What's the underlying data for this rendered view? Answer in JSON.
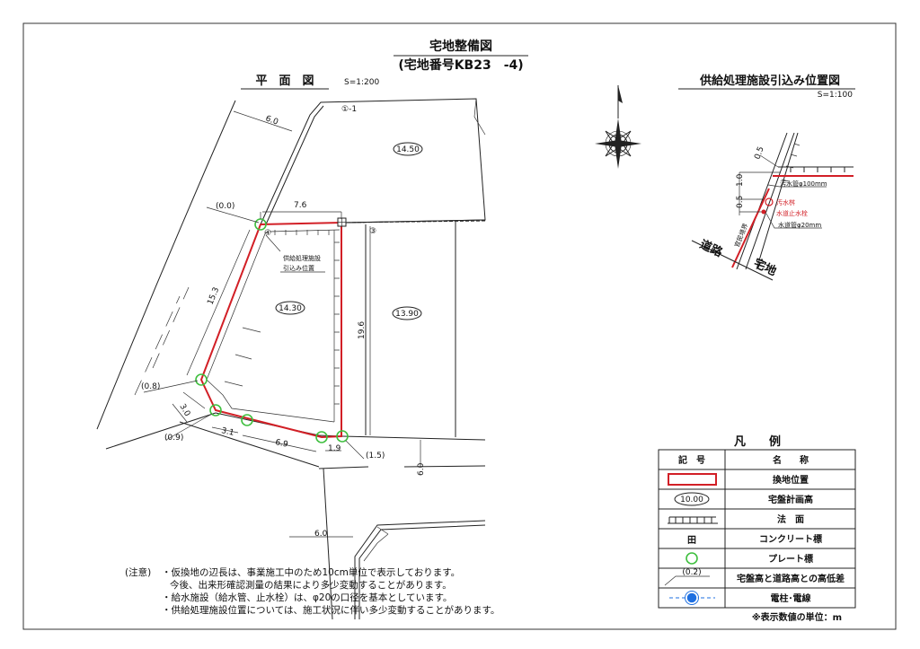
{
  "title": "宅地整備図",
  "subtitle": "(宅地番号KB23　-4)",
  "plan": {
    "heading": "平　面　図",
    "scale": "S=1:200",
    "lot_labels": {
      "upper": "①-1",
      "right": "③",
      "self": "④"
    },
    "elevations": [
      "14.50",
      "14.30",
      "13.90"
    ],
    "dimensions": [
      "6.0",
      "7.6",
      "15.3",
      "19.6",
      "3.0",
      "3.1",
      "6.9",
      "1.9",
      "6.0",
      "6.0"
    ],
    "height_diffs": [
      "(0.0)",
      "(0.8)",
      "(0.9)",
      "(1.5)"
    ],
    "callout": [
      "供給処理施設",
      "引込み位置"
    ]
  },
  "inset": {
    "heading": "供給処理施設引込み位置図",
    "scale": "S=1:100",
    "dims": [
      "0.5",
      "1.0",
      "0.5"
    ],
    "labels": {
      "sewer_pipe": "汚水管φ100mm",
      "sewer_box": "汚水桝",
      "water_valve": "水道止水栓",
      "water_pipe": "水道管φ20mm",
      "boundary": "官民境界",
      "road": "道路",
      "lot": "宅地"
    }
  },
  "legend": {
    "title": "凡　　例",
    "headers": [
      "記　号",
      "名　　称"
    ],
    "rows": [
      {
        "symbol": "red-rect",
        "name": "換地位置"
      },
      {
        "symbol": "oval",
        "symbol_text": "10.00",
        "name": "宅盤計画高"
      },
      {
        "symbol": "slope-hatch",
        "name": "法　面"
      },
      {
        "symbol": "concrete-marker",
        "symbol_text": "田",
        "name": "コンクリート標"
      },
      {
        "symbol": "green-circle",
        "name": "プレート標"
      },
      {
        "symbol": "leader",
        "symbol_text": "(0.2)",
        "name": "宅盤高と道路高との高低差"
      },
      {
        "symbol": "pole",
        "name": "電柱･電線"
      }
    ],
    "unit_note": "※表示数値の単位：m"
  },
  "notes": {
    "label": "(注意)",
    "lines": [
      "・仮換地の辺長は、事業施工中のため10cm単位で表示しております。",
      "今後、出来形確認測量の結果により多少変動することがあります。",
      "・給水施設（給水管、止水栓）は、φ20の口径を基本としています。",
      "・供給処理施設位置については、施工状況に伴い多少変動することがあります。"
    ]
  },
  "colors": {
    "boundary": "#d21f26",
    "plate_marker": "#3fbf3f",
    "pole": "#1e6fe0"
  }
}
